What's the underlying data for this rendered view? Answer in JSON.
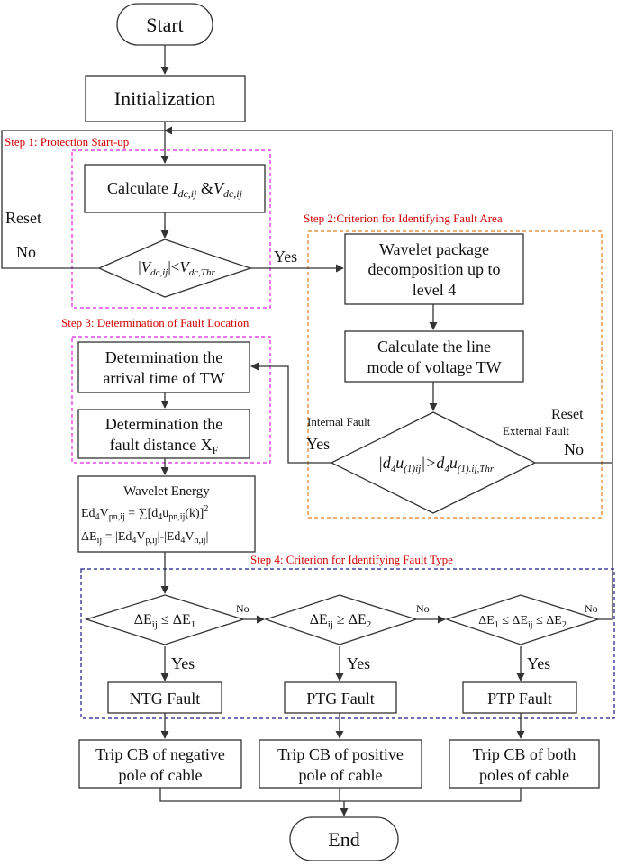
{
  "nodes": {
    "start": "Start",
    "init": "Initialization",
    "calc_prefix": "Calculate ",
    "calc_i": "I",
    "calc_i_sub": "dc,ij",
    "calc_amp": " &",
    "calc_v": "V",
    "calc_v_sub": "dc,ij",
    "d1_bar1": "|",
    "d1_v": "V",
    "d1_v_sub": "dc,ij",
    "d1_lt": "|<",
    "d1_v2": "V",
    "d1_v2_sub": "dc,Thr",
    "wp_1": "Wavelet package",
    "wp_2": "decomposition up to",
    "wp_3": "level 4",
    "lm_1": "Calculate the line",
    "lm_2": "mode of voltage TW",
    "d2_a": "|d",
    "d2_a4": "4",
    "d2_u": "u",
    "d2_u_sub": "(1)ij",
    "d2_gt": "|>d",
    "d2_b4": "4",
    "d2_u2": "u",
    "d2_u2_sub": "(1).ij,Thr",
    "at_1": "Determination the",
    "at_2": "arrival time of TW",
    "fd_1": "Determination the",
    "fd_2": "fault distance X",
    "fd_sub": "F",
    "we_title": "Wavelet Energy",
    "we_eq1_a": "Ed",
    "we_eq1_4": "4",
    "we_eq1_v": "V",
    "we_eq1_sub": "pn,ij",
    "we_eq1_b": " = ∑[d",
    "we_eq1_c4": "4",
    "we_eq1_u": "u",
    "we_eq1_usub": "pn,ij",
    "we_eq1_k": "(k)]",
    "we_eq1_sq": "2",
    "we_eq2_a": "ΔE",
    "we_eq2_sub": "ij",
    "we_eq2_b": " = |Ed",
    "we_eq2_4a": "4",
    "we_eq2_v": "V",
    "we_eq2_vsub": "p,ij",
    "we_eq2_c": "|-|Ed",
    "we_eq2_4b": "4",
    "we_eq2_v2": "V",
    "we_eq2_v2sub": "n,ij",
    "we_eq2_end": "|",
    "c1_a": "ΔE",
    "c1_sub": "ij",
    "c1_b": " ≤ ΔE",
    "c1_sub2": "1",
    "c2_a": "ΔE",
    "c2_sub": "ij",
    "c2_b": " ≥ ΔE",
    "c2_sub2": "2",
    "c3_a": "ΔE",
    "c3_sub1": "1",
    "c3_b": " ≤ ΔE",
    "c3_sub2": "ij",
    "c3_c": " ≤ ΔE",
    "c3_sub3": "2",
    "ntg": "NTG Fault",
    "ptg": "PTG Fault",
    "ptp": "PTP Fault",
    "trip_neg_1": "Trip CB of negative",
    "trip_neg_2": "pole of cable",
    "trip_pos_1": "Trip CB of positive",
    "trip_pos_2": "pole of cable",
    "trip_both_1": "Trip CB of both",
    "trip_both_2": "poles of cable",
    "end": "End"
  },
  "steps": {
    "step1": "Step 1: Protection Start-up",
    "step2": "Step 2:Criterion for Identifying Fault Area",
    "step3": "Step 3: Determination of Fault Location",
    "step4": "Step 4: Criterion for Identifying Fault Type"
  },
  "labels": {
    "reset_left": "Reset",
    "no_left": "No",
    "yes_d1": "Yes",
    "internal_fault": "Internal Fault",
    "yes_d2": "Yes",
    "reset_right": "Reset",
    "external_fault": "External Fault",
    "no_d2": "No",
    "no_c1": "No",
    "no_c2": "No",
    "no_c3": "No",
    "yes_c1": "Yes",
    "yes_c2": "Yes",
    "yes_c3": "Yes"
  },
  "colors": {
    "step1_border": "#e020e0",
    "step2_border": "#e08020",
    "step3_border": "#e020e0",
    "step4_border": "#1a1a8a",
    "step_text": "#d40000"
  }
}
